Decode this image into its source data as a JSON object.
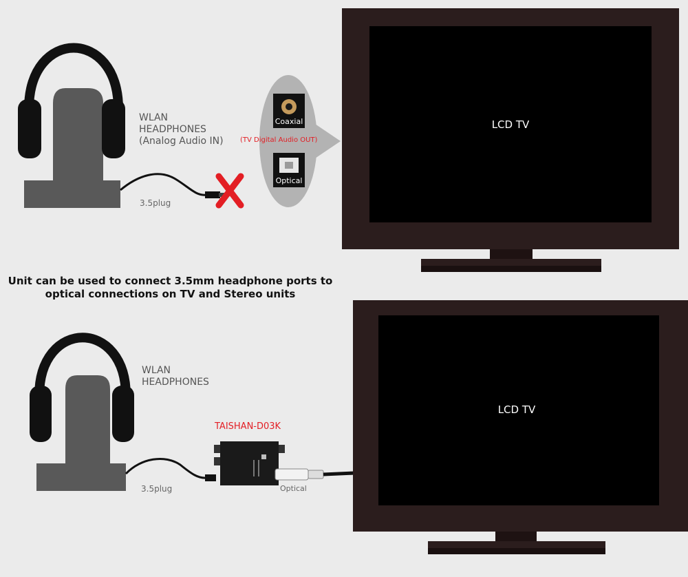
{
  "top": {
    "headphones_line1": "WLAN",
    "headphones_line2": "HEADPHONES",
    "headphones_line3": "(Analog Audio IN)",
    "plug_label": "3.5plug",
    "port_coaxial": "Coaxial",
    "port_optical": "Optical",
    "tv_out_label": "(TV Digital Audio OUT)",
    "tv_label": "LCD TV"
  },
  "caption": {
    "line1": "Unit can be used to connect 3.5mm headphone ports to",
    "line2": "optical connections on TV and Stereo units"
  },
  "bottom": {
    "headphones_line1": "WLAN",
    "headphones_line2": "HEADPHONES",
    "plug_label": "3.5plug",
    "device_model": "TAISHAN-D03K",
    "optical_label": "Optical",
    "tv_label": "LCD TV"
  },
  "colors": {
    "background": "#ebebeb",
    "accent_red": "#e31e24",
    "tv_frame": "#2b1d1d",
    "stand": "#595959"
  }
}
